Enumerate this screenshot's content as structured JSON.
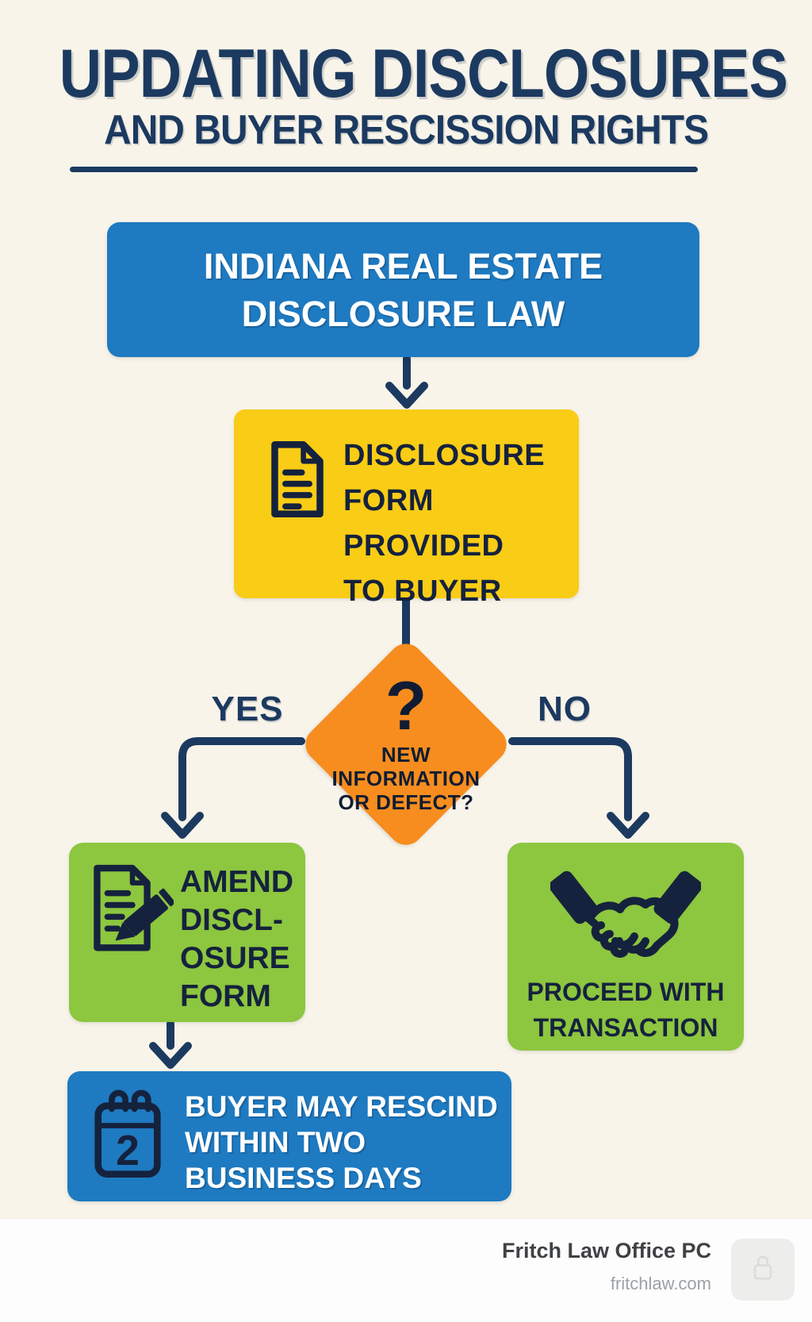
{
  "page": {
    "title_line1": "UPDATING DISCLOSURES",
    "title_line2": "AND BUYER RESCISSION RIGHTS"
  },
  "flow": {
    "start": {
      "lines": [
        "INDIANA REAL ESTATE",
        "DISCLOSURE LAW"
      ]
    },
    "disclosure": {
      "icon": "document-icon",
      "lines": [
        "DISCLOSURE",
        "FORM",
        "PROVIDED",
        "TO BUYER"
      ]
    },
    "decision": {
      "question_mark": "?",
      "lines": [
        "NEW",
        "INFORMATION",
        "OR DEFECT?"
      ]
    },
    "yes_label": "YES",
    "no_label": "NO",
    "amend": {
      "icon": "document-edit-icon",
      "lines": [
        "AMEND",
        "DISCL-",
        "OSURE",
        "FORM"
      ]
    },
    "proceed": {
      "icon": "handshake-icon",
      "lines": [
        "PROCEED WITH",
        "TRANSACTION"
      ]
    },
    "rescind": {
      "icon": "calendar-icon",
      "calendar_number": "2",
      "lines": [
        "BUYER MAY RESCIND",
        "WITHIN TWO",
        "BUSINESS DAYS"
      ]
    }
  },
  "footer": {
    "firm": "Fritch Law Office PC",
    "website": "fritchlaw.com"
  },
  "colors": {
    "background": "#f8f4ea",
    "navy": "#1c3a60",
    "blue": "#1e7ac1",
    "yellow": "#f9cc16",
    "orange": "#f78d1e",
    "green": "#8dc63f",
    "dark_text": "#15223d",
    "footer_bg": "#fdfdfd",
    "footer_text": "#3f4144",
    "footer_muted": "#9ba1a6"
  }
}
